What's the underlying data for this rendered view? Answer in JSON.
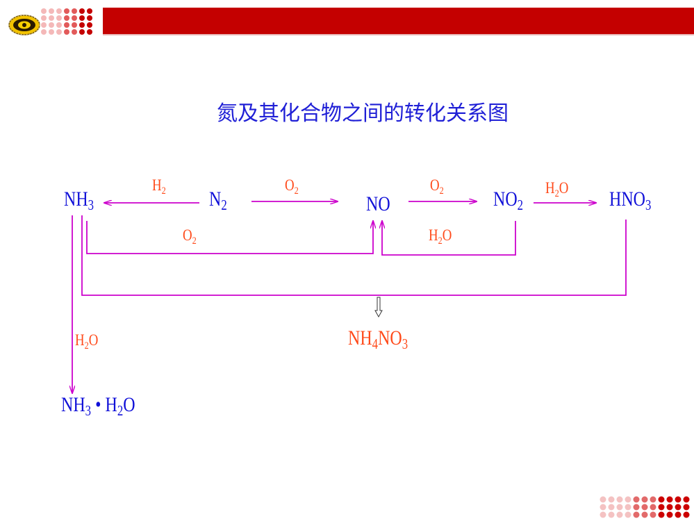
{
  "title": "氮及其化合物之间的转化关系图",
  "colors": {
    "species": "#1010d8",
    "reagent": "#ff4a1a",
    "arrow": "#cc00cc",
    "banner": "#c40000",
    "title": "#1f1fd6"
  },
  "logo": "school-seal-icon",
  "species": {
    "nh3": {
      "base": "NH",
      "sub": "3"
    },
    "n2": {
      "base": "N",
      "sub": "2"
    },
    "no": {
      "base": "NO"
    },
    "no2": {
      "base": "NO",
      "sub": "2"
    },
    "hno3": {
      "base": "HNO",
      "sub": "3"
    },
    "nh3h2o": {
      "a": "NH",
      "a_sub": "3",
      "dot": " • ",
      "b": "H",
      "b_sub": "2",
      "b_end": "O"
    },
    "nh4no3": {
      "a": "NH",
      "a_sub": "4",
      "b": "NO",
      "b_sub": "3"
    }
  },
  "reagents": {
    "h2": {
      "base": "H",
      "sub": "2"
    },
    "o2_top1": {
      "base": "O",
      "sub": "2"
    },
    "o2_top2": {
      "base": "O",
      "sub": "2"
    },
    "h2o_top": {
      "base": "H",
      "sub": "2",
      "end": "O"
    },
    "o2_bottom": {
      "base": "O",
      "sub": "2"
    },
    "h2o_mid": {
      "base": "H",
      "sub": "2",
      "end": "O"
    },
    "h2o_left": {
      "base": "H",
      "sub": "2",
      "end": "O"
    }
  }
}
